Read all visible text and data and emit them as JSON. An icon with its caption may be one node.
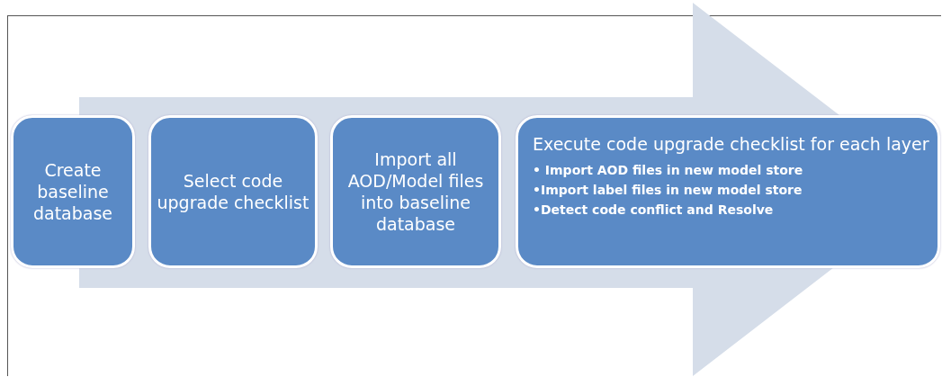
{
  "diagram": {
    "nodes": [
      {
        "text": [
          "Create baseline database"
        ]
      },
      {
        "text": [
          "Select code upgrade checklist"
        ]
      },
      {
        "text": [
          "Import all AOD/Model files into baseline database"
        ]
      },
      {
        "text": [
          "Execute code upgrade checklist for each layer",
          "• Import AOD files in new model store",
          "•Import label files in new model store",
          "•Detect code conflict and Resolve"
        ]
      }
    ],
    "edges": [
      {
        "from": 0,
        "to": 3,
        "arrow": "to"
      }
    ]
  }
}
